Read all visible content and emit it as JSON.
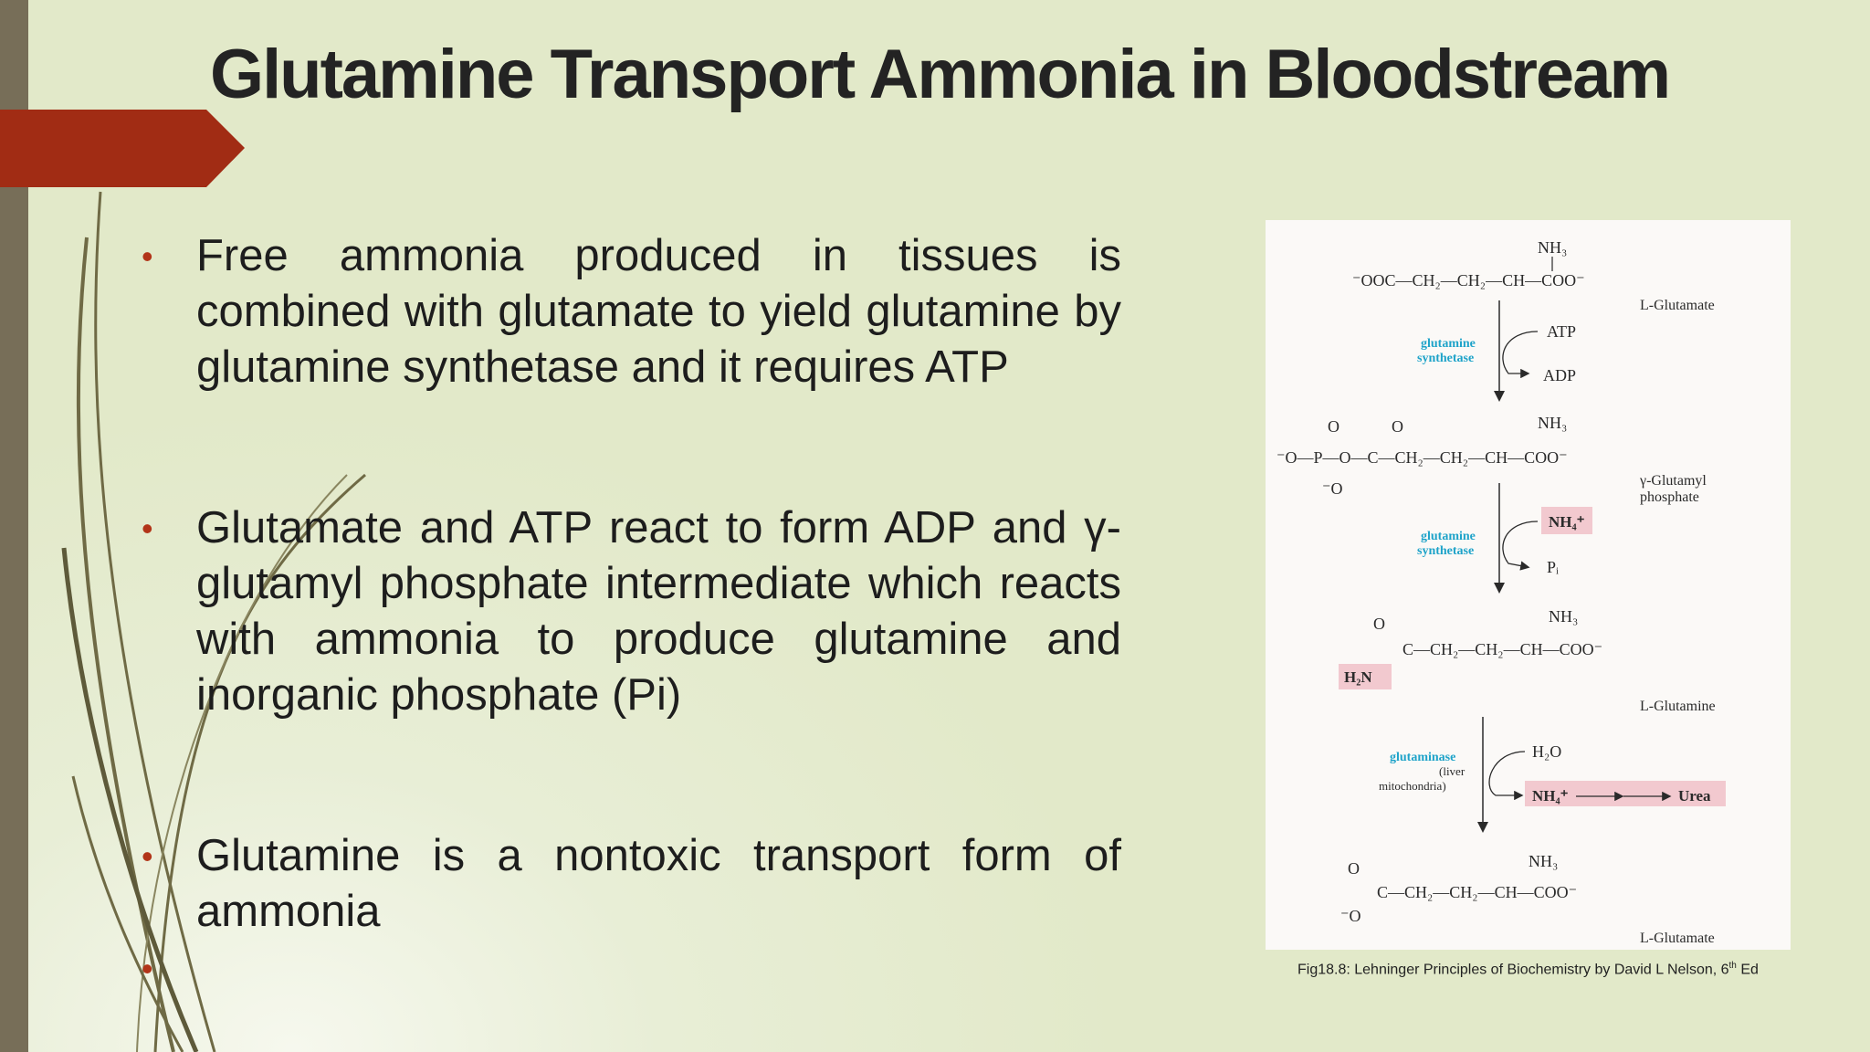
{
  "slide": {
    "title": "Glutamine Transport Ammonia in Bloodstream",
    "bullets": [
      "Free ammonia produced in tissues is combined with glutamate to yield glutamine by glutamine synthetase and it requires ATP",
      "Glutamate and ATP react to form ADP and γ-glutamyl phosphate intermediate which reacts with ammonia to produce glutamine and inorganic phosphate (Pi)",
      "Glutamine is a nontoxic transport form of ammonia"
    ],
    "bullet_glyph": "•",
    "accent_color": "#a12c14",
    "sidebar_color": "#776e58"
  },
  "figure": {
    "caption_main": "Fig18.8: Lehninger Principles of Biochemistry by David L Nelson, 6",
    "caption_sup": "th",
    "caption_end": " Ed",
    "compounds": {
      "glutamate_top": "L-Glutamate",
      "glutamyl_phosphate_1": "γ-Glutamyl",
      "glutamyl_phosphate_2": "phosphate",
      "glutamine": "L-Glutamine",
      "glutamate_bottom": "L-Glutamate"
    },
    "enzymes": {
      "synthetase_1a": "glutamine",
      "synthetase_1b": "synthetase",
      "synthetase_2a": "glutamine",
      "synthetase_2b": "synthetase",
      "glutaminase": "glutaminase",
      "liver_1": "(liver",
      "liver_2": "mitochondria)"
    },
    "reagents": {
      "atp": "ATP",
      "adp": "ADP",
      "nh4_in": "NH₄⁺",
      "pi": "Pᵢ",
      "h2o": "H₂O",
      "nh4_out": "NH₄⁺",
      "urea": "Urea"
    },
    "formulas": {
      "glutamate": "⁻OOC—CH₂—CH₂—CH—COO⁻",
      "glutamyl_phosphate": "⁻O—P—O—C—CH₂—CH₂—CH—COO⁻",
      "glutamine": "C—CH₂—CH₂—CH—COO⁻",
      "glutamate_end": "C—CH₂—CH₂—CH—COO⁻",
      "nh3": "NH₃",
      "h2n": "H₂N",
      "o": "O",
      "o_minus": "⁻O"
    },
    "highlight_color": "#f2c9cf",
    "enzyme_color": "#1ea3c9"
  }
}
